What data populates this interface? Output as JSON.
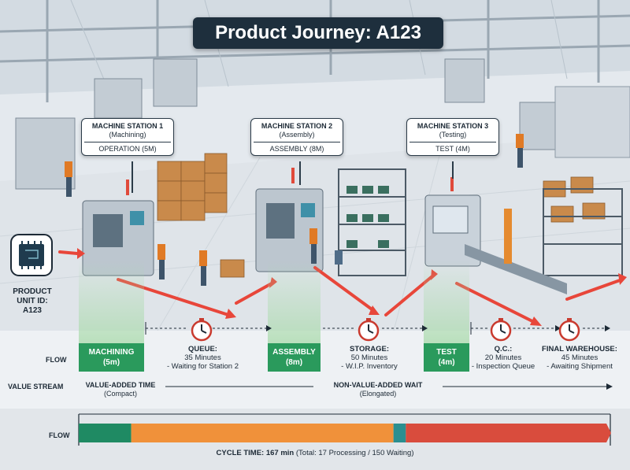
{
  "title": "Product Journey: A123",
  "product": {
    "chip_icon": "microchip-icon",
    "label_line1": "PRODUCT",
    "label_line2": "UNIT ID:",
    "label_line3": "A123"
  },
  "stations": [
    {
      "name": "MACHINE STATION 1",
      "sub": "(Machining)",
      "operation": "OPERATION (5m)"
    },
    {
      "name": "MACHINE STATION 2",
      "sub": "(Assembly)",
      "operation": "ASSEMBLY (8m)"
    },
    {
      "name": "MACHINE STATION 3",
      "sub": "(Testing)",
      "operation": "TEST (4m)"
    }
  ],
  "flow_label": "FLOW",
  "value_added_blocks": [
    {
      "line1": "MACHINING",
      "line2": "(5m)"
    },
    {
      "line1": "ASSEMBLY",
      "line2": "(8m)"
    },
    {
      "line1": "TEST",
      "line2": "(4m)"
    }
  ],
  "waits": [
    {
      "head": "QUEUE:",
      "duration": "35 Minutes",
      "detail": "- Waiting for Station 2"
    },
    {
      "head": "STORAGE:",
      "duration": "50 Minutes",
      "detail": "- W.I.P. Inventory"
    },
    {
      "head": "Q.C.:",
      "duration": "20 Minutes",
      "detail": "- Inspection Queue"
    },
    {
      "head": "FINAL WAREHOUSE:",
      "duration": "45 Minutes",
      "detail": "- Awaiting Shipment"
    }
  ],
  "value_stream": {
    "label": "VALUE STREAM",
    "value_added": "VALUE-ADDED TIME",
    "value_added_sub": "(Compact)",
    "non_value_added": "NON-VALUE-ADDED WAIT",
    "non_value_added_sub": "(Elongated)"
  },
  "cycle_time": {
    "head": "CYCLE TIME: 167 min",
    "detail": "(Total: 17 Processing / 150 Waiting)"
  },
  "bar_segments": [
    {
      "kind": "processing",
      "minutes": 17,
      "color": "#1f8a63"
    },
    {
      "kind": "waiting",
      "minutes": 85,
      "color": "#f0913a"
    },
    {
      "kind": "processing",
      "minutes": 4,
      "color": "#2b8f90"
    },
    {
      "kind": "waiting",
      "minutes": 65,
      "color": "#d94c3d"
    }
  ],
  "colors": {
    "value_added": "#2a9a5c",
    "wait_arrow": "#e8463a",
    "title_bg": "#1e2f3d"
  }
}
